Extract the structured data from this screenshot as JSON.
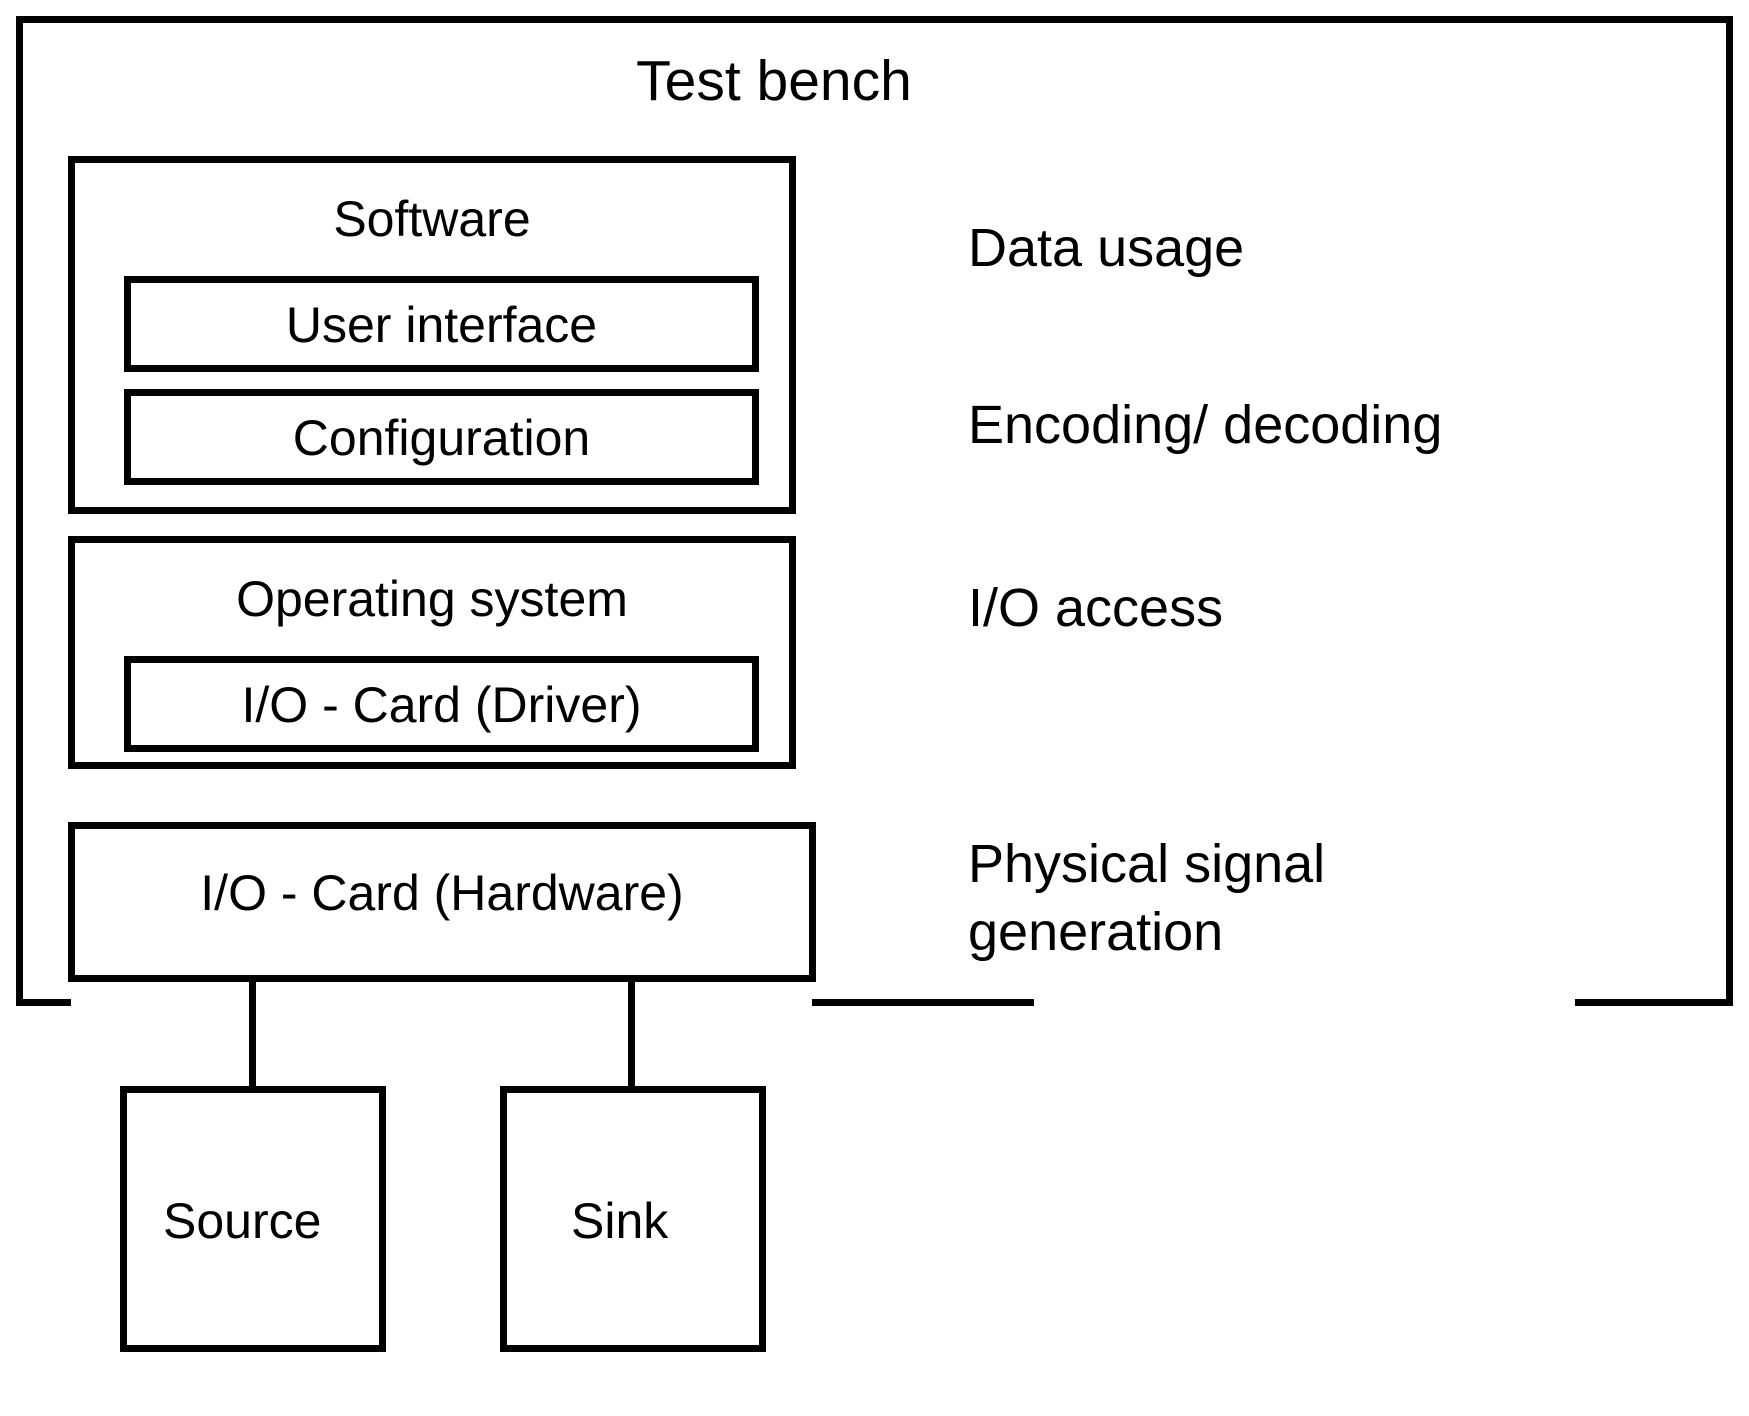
{
  "diagram": {
    "title": "Test bench",
    "outer_box_label": "Test bench",
    "layers": [
      {
        "id": "software",
        "label": "Software",
        "children": [
          {
            "id": "user-interface",
            "label": "User interface"
          },
          {
            "id": "configuration",
            "label": "Configuration"
          }
        ]
      },
      {
        "id": "operating-system",
        "label": "Operating system",
        "children": [
          {
            "id": "io-card-driver",
            "label": "I/O - Card (Driver)"
          }
        ]
      },
      {
        "id": "io-card-hardware",
        "label": "I/O - Card (Hardware)",
        "children": []
      }
    ],
    "endpoints": [
      {
        "id": "source",
        "label": "Source"
      },
      {
        "id": "sink",
        "label": "Sink"
      }
    ],
    "annotations": [
      {
        "id": "data-usage",
        "label": "Data usage"
      },
      {
        "id": "encoding-decoding",
        "label": "Encoding/ decoding"
      },
      {
        "id": "io-access",
        "label": "I/O access"
      },
      {
        "id": "physical-signal-generation-line1",
        "label": "Physical signal"
      },
      {
        "id": "physical-signal-generation-line2",
        "label": "generation"
      }
    ],
    "colors": {
      "stroke": "#000000",
      "background": "#ffffff",
      "text": "#000000"
    }
  }
}
